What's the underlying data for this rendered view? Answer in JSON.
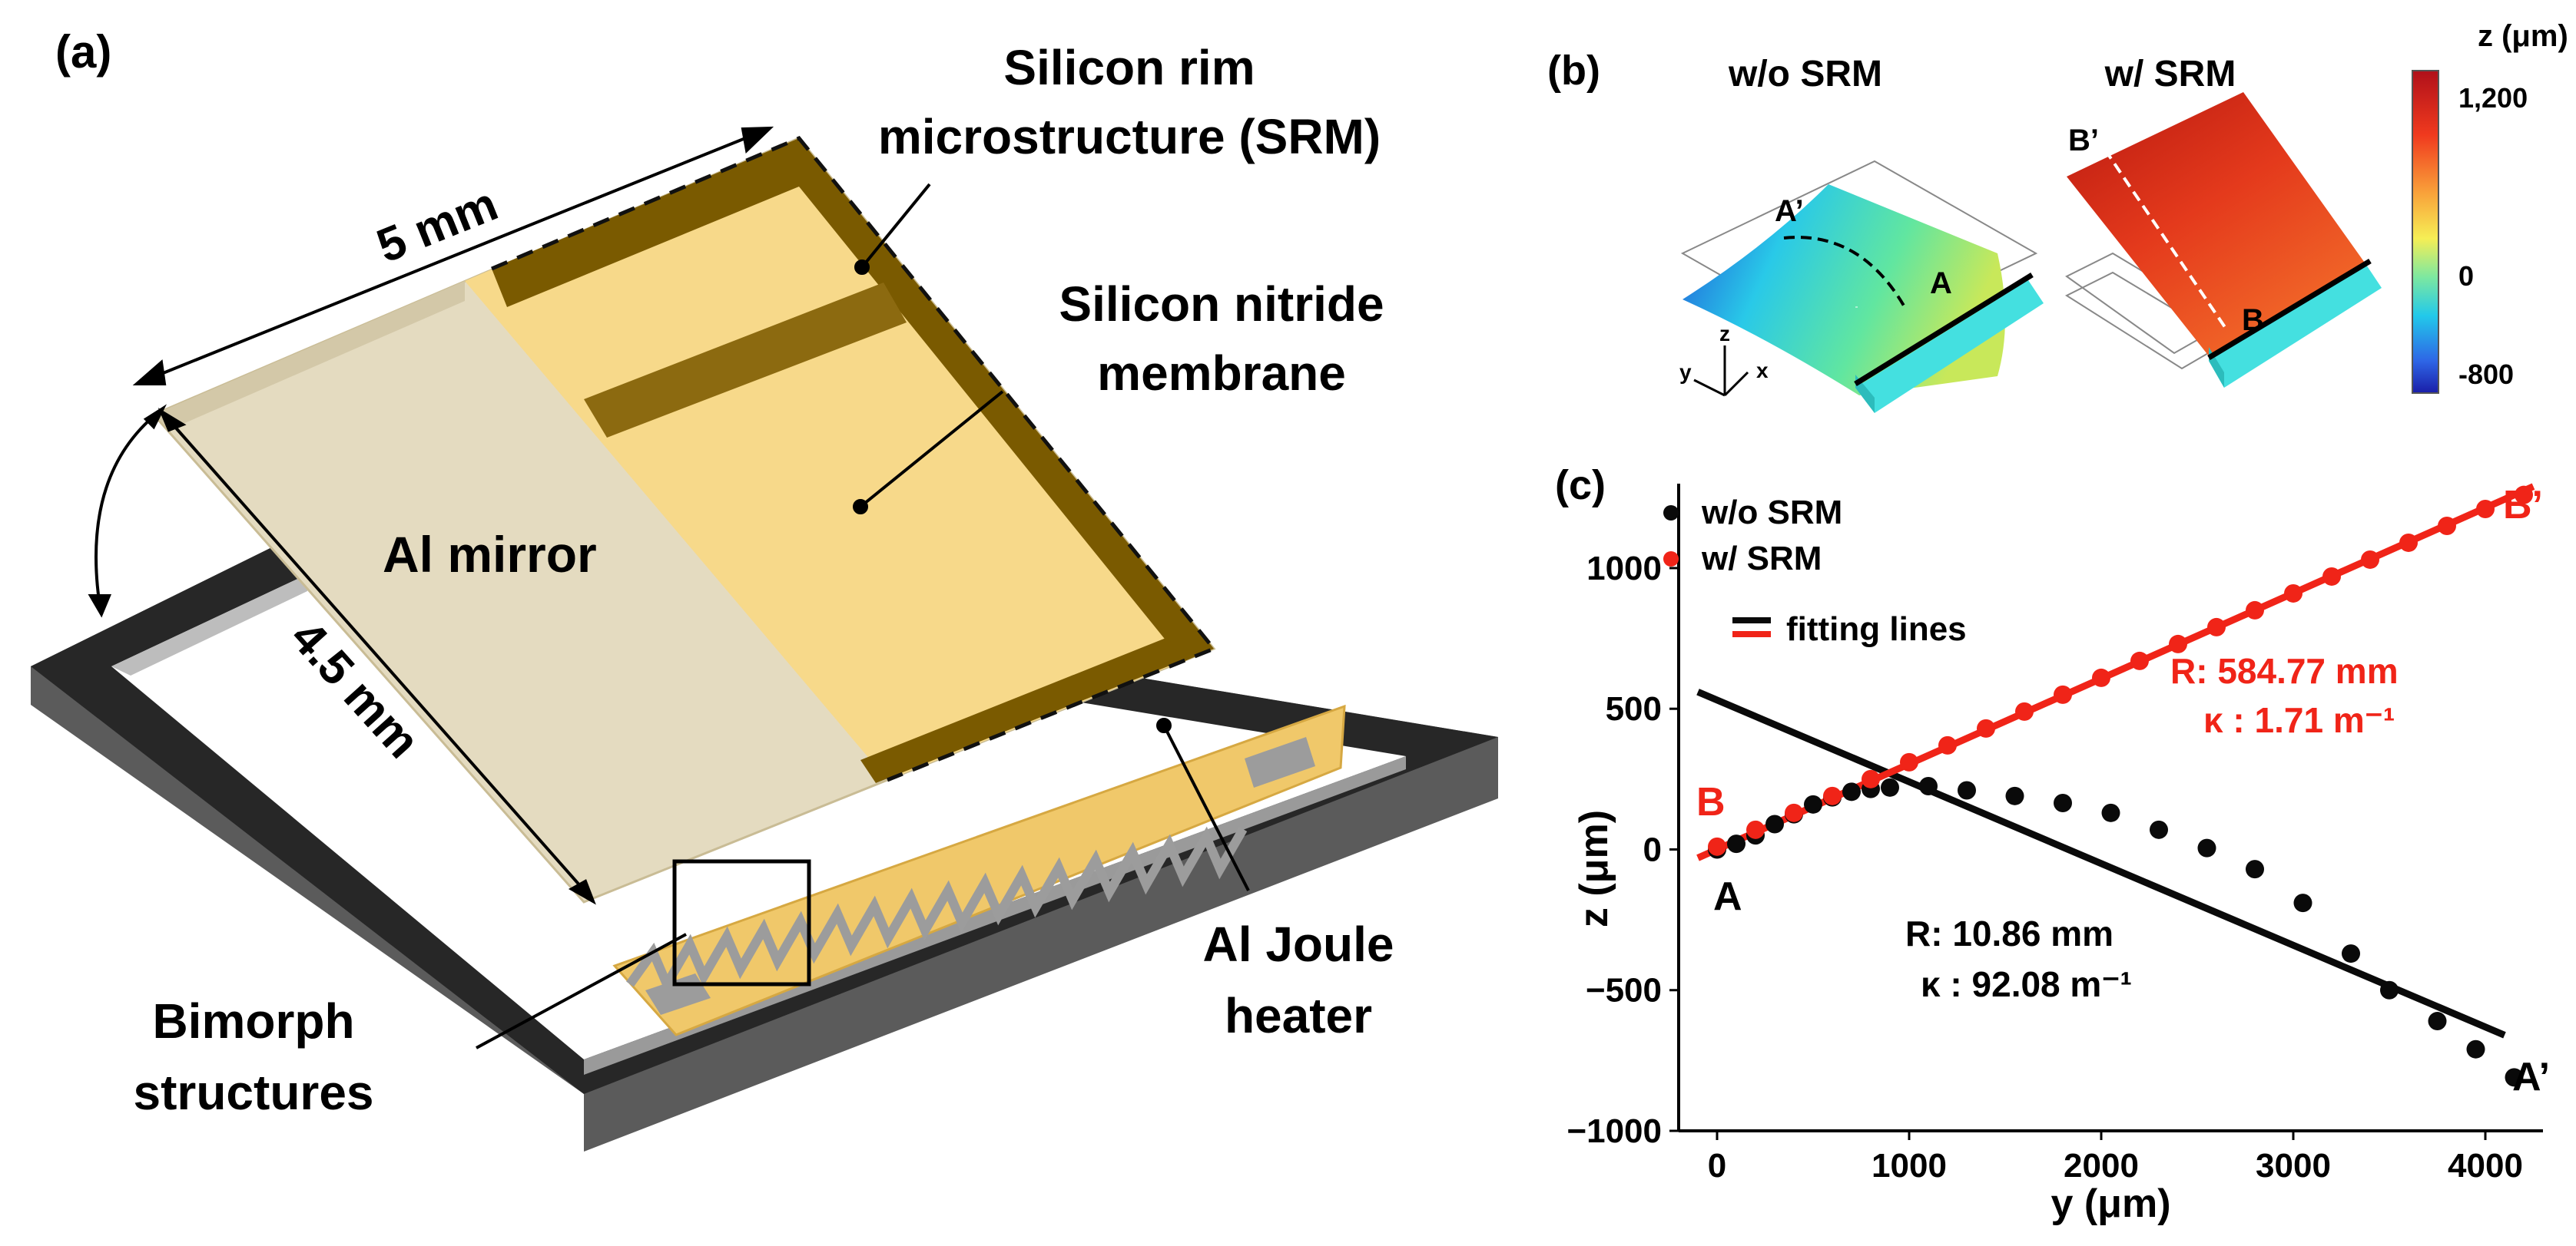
{
  "panel_a": {
    "label": "(a)",
    "dim_top": "5 mm",
    "dim_left": "4.5 mm",
    "mirror_label": "Al mirror",
    "srm_label_1": "Silicon rim",
    "srm_label_2": "microstructure (SRM)",
    "membrane_label_1": "Silicon nitride",
    "membrane_label_2": "membrane",
    "heater_label_1": "Al Joule",
    "heater_label_2": "heater",
    "bimorph_label_1": "Bimorph",
    "bimorph_label_2": "structures"
  },
  "panel_b": {
    "label": "(b)",
    "title_left": "w/o SRM",
    "title_right": "w/ SRM",
    "point_a": "A",
    "point_a_prime": "A’",
    "point_b": "B",
    "point_b_prime": "B’",
    "axis_y": "y",
    "axis_z": "z",
    "axis_x": "x",
    "colorbar_title": "z (μm)",
    "colorbar_ticks": [
      "1,200",
      "0",
      "-800"
    ]
  },
  "panel_c": {
    "label": "(c)",
    "legend_1": "w/o SRM",
    "legend_2": "w/ SRM",
    "legend_3": "fitting lines",
    "red_R": "R: 584.77 mm",
    "red_k": "κ : 1.71 m⁻¹",
    "black_R": "R: 10.86 mm",
    "black_k": "κ : 92.08 m⁻¹",
    "label_a": "A",
    "label_a_prime": "A’",
    "label_b": "B",
    "label_b_prime": "B’"
  },
  "colors": {
    "red": "#f02418",
    "black": "#0a0a0a",
    "gold": "#f7d98a",
    "dark_gold": "#7a5a00"
  },
  "chart_data": {
    "type": "scatter",
    "xlabel": "y (μm)",
    "ylabel": "z (μm)",
    "xlim": [
      -200,
      4300
    ],
    "ylim": [
      -1000,
      1300
    ],
    "x_ticks": [
      0,
      1000,
      2000,
      3000,
      4000
    ],
    "x_tick_labels": [
      "0",
      "1000",
      "2000",
      "3000",
      "4000"
    ],
    "y_ticks": [
      -1000,
      -500,
      0,
      500,
      1000
    ],
    "y_tick_labels": [
      "−1000",
      "−500",
      "0",
      "500",
      "1000"
    ],
    "series": [
      {
        "name": "w/o SRM",
        "color": "#0a0a0a",
        "x": [
          0,
          100,
          200,
          300,
          400,
          500,
          600,
          700,
          800,
          900,
          1100,
          1300,
          1550,
          1800,
          2050,
          2300,
          2550,
          2800,
          3050,
          3300,
          3500,
          3750,
          3950,
          4150
        ],
        "y": [
          0,
          20,
          50,
          90,
          125,
          160,
          185,
          205,
          215,
          220,
          225,
          210,
          190,
          165,
          130,
          70,
          5,
          -70,
          -190,
          -370,
          -500,
          -610,
          -710,
          -810
        ]
      },
      {
        "name": "w/ SRM",
        "color": "#f02418",
        "x": [
          0,
          200,
          400,
          600,
          800,
          1000,
          1200,
          1400,
          1600,
          1800,
          2000,
          2200,
          2400,
          2600,
          2800,
          3000,
          3200,
          3400,
          3600,
          3800,
          4000,
          4200
        ],
        "y": [
          10,
          70,
          130,
          190,
          250,
          310,
          370,
          430,
          490,
          550,
          610,
          670,
          730,
          790,
          850,
          910,
          970,
          1030,
          1090,
          1150,
          1210,
          1260
        ]
      }
    ],
    "fit_lines": [
      {
        "name": "w/o SRM fit",
        "color": "#0a0a0a",
        "x": [
          -100,
          4100
        ],
        "y": [
          560,
          -660
        ]
      },
      {
        "name": "w/ SRM fit",
        "color": "#f02418",
        "x": [
          -100,
          4250
        ],
        "y": [
          -30,
          1290
        ]
      }
    ]
  }
}
